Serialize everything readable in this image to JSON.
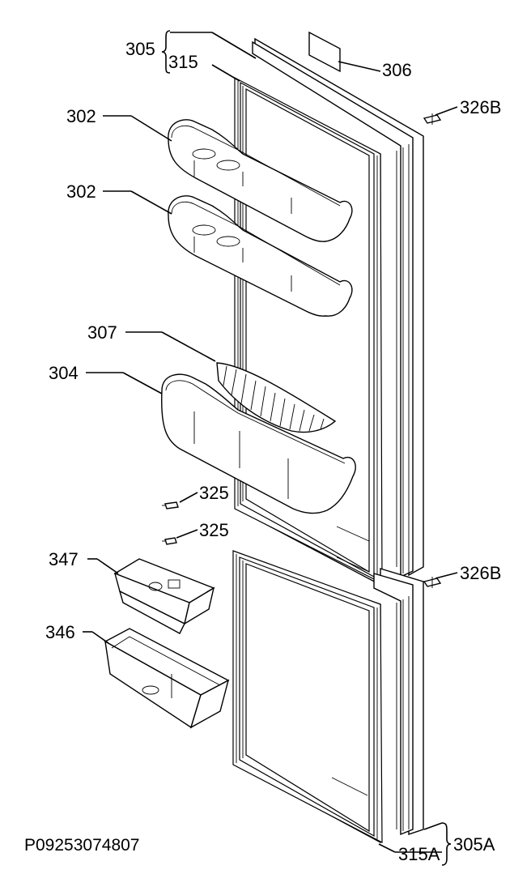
{
  "labels": {
    "l305": "305",
    "l315": "315",
    "l306": "306",
    "l326b_top": "326B",
    "l302_a": "302",
    "l302_b": "302",
    "l307": "307",
    "l304": "304",
    "l325_a": "325",
    "l325_b": "325",
    "l347": "347",
    "l326b_bot": "326B",
    "l346": "346",
    "l305a": "305A",
    "l315a": "315A"
  },
  "reference": "P09253074807"
}
